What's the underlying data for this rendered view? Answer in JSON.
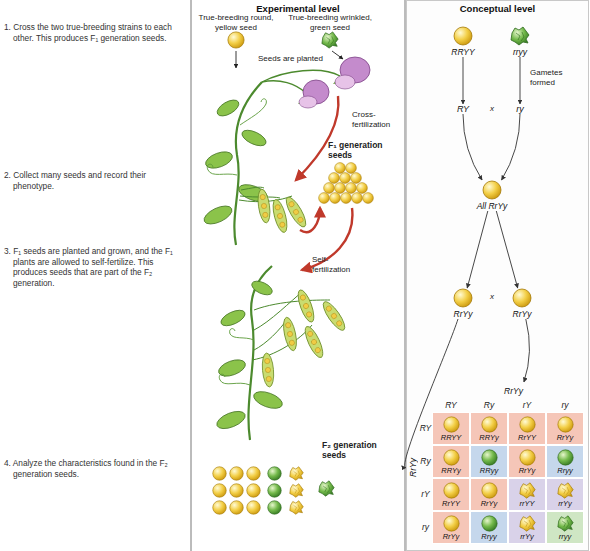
{
  "diagram": {
    "nodes": [
      {
        "text": [
          "RRYY"
        ]
      },
      {
        "text": [
          "rryy"
        ]
      },
      {
        "text": [
          "RY"
        ]
      },
      {
        "text": [
          "ry"
        ]
      },
      {
        "text": [
          "All RrYy"
        ]
      },
      {
        "text": [
          "RrYy"
        ]
      },
      {
        "text": [
          "RrYy"
        ]
      },
      {
        "text": [
          "RrYy",
          "RrYy"
        ]
      },
      {
        "text": [
          "RRYY"
        ],
        "in": 7
      },
      {
        "text": [
          "RRYy"
        ],
        "in": 7
      },
      {
        "text": [
          "RrYY"
        ],
        "in": 7
      },
      {
        "text": [
          "RrYy"
        ],
        "in": 7
      },
      {
        "text": [
          "RRYy"
        ],
        "in": 7
      },
      {
        "text": [
          "RRyy"
        ],
        "in": 7
      },
      {
        "text": [
          "RrYy"
        ],
        "in": 7
      },
      {
        "text": [
          "Rryy"
        ],
        "in": 7
      },
      {
        "text": [
          "RrYY"
        ],
        "in": 7
      },
      {
        "text": [
          "RrYy"
        ],
        "in": 7
      },
      {
        "text": [
          "rrYY"
        ],
        "in": 7
      },
      {
        "text": [
          "rrYy"
        ],
        "in": 7
      },
      {
        "text": [
          "RrYy"
        ],
        "in": 7
      },
      {
        "text": [
          "Rryy"
        ],
        "in": 7
      },
      {
        "text": [
          "rrYy"
        ],
        "in": 7
      },
      {
        "text": [
          "rryy"
        ],
        "in": 7
      }
    ],
    "edges": [
      {
        "from": 0,
        "to": 2,
        "arrow": "to"
      },
      {
        "from": 1,
        "to": 3,
        "arrow": "to"
      },
      {
        "from": 2,
        "to": 4,
        "arrow": "to"
      },
      {
        "from": 3,
        "to": 4,
        "arrow": "to"
      },
      {
        "from": 4,
        "to": 5,
        "arrow": "to"
      },
      {
        "from": 4,
        "to": 6,
        "arrow": "to"
      },
      {
        "from": 5,
        "to": 7,
        "arrow": "to"
      },
      {
        "from": 6,
        "to": 7,
        "arrow": "to"
      }
    ],
    "labels": [
      "Experimental level",
      "Conceptual level",
      "1. Cross the two true-breeding strains to each other. This produces F₁ generation seeds.",
      "True-breeding round, yellow seed",
      "True-breeding wrinkled, green seed",
      "Seeds are planted",
      "Cross-fertilization",
      "2. Collect many seeds and record their phenotype.",
      "F₁ generation seeds",
      "Gametes formed",
      "x",
      "3. F₁ seeds are planted and grown, and the F₁ plants are allowed to self-fertilize. This produces seeds that are part of the F₂ generation.",
      "Self-fertilization",
      "x",
      "4. Analyze the characteristics found in the F₂ generation seeds.",
      "F₂ generation seeds",
      "RY",
      "Ry",
      "rY",
      "ry",
      "RY",
      "Ry",
      "rY",
      "ry"
    ]
  }
}
